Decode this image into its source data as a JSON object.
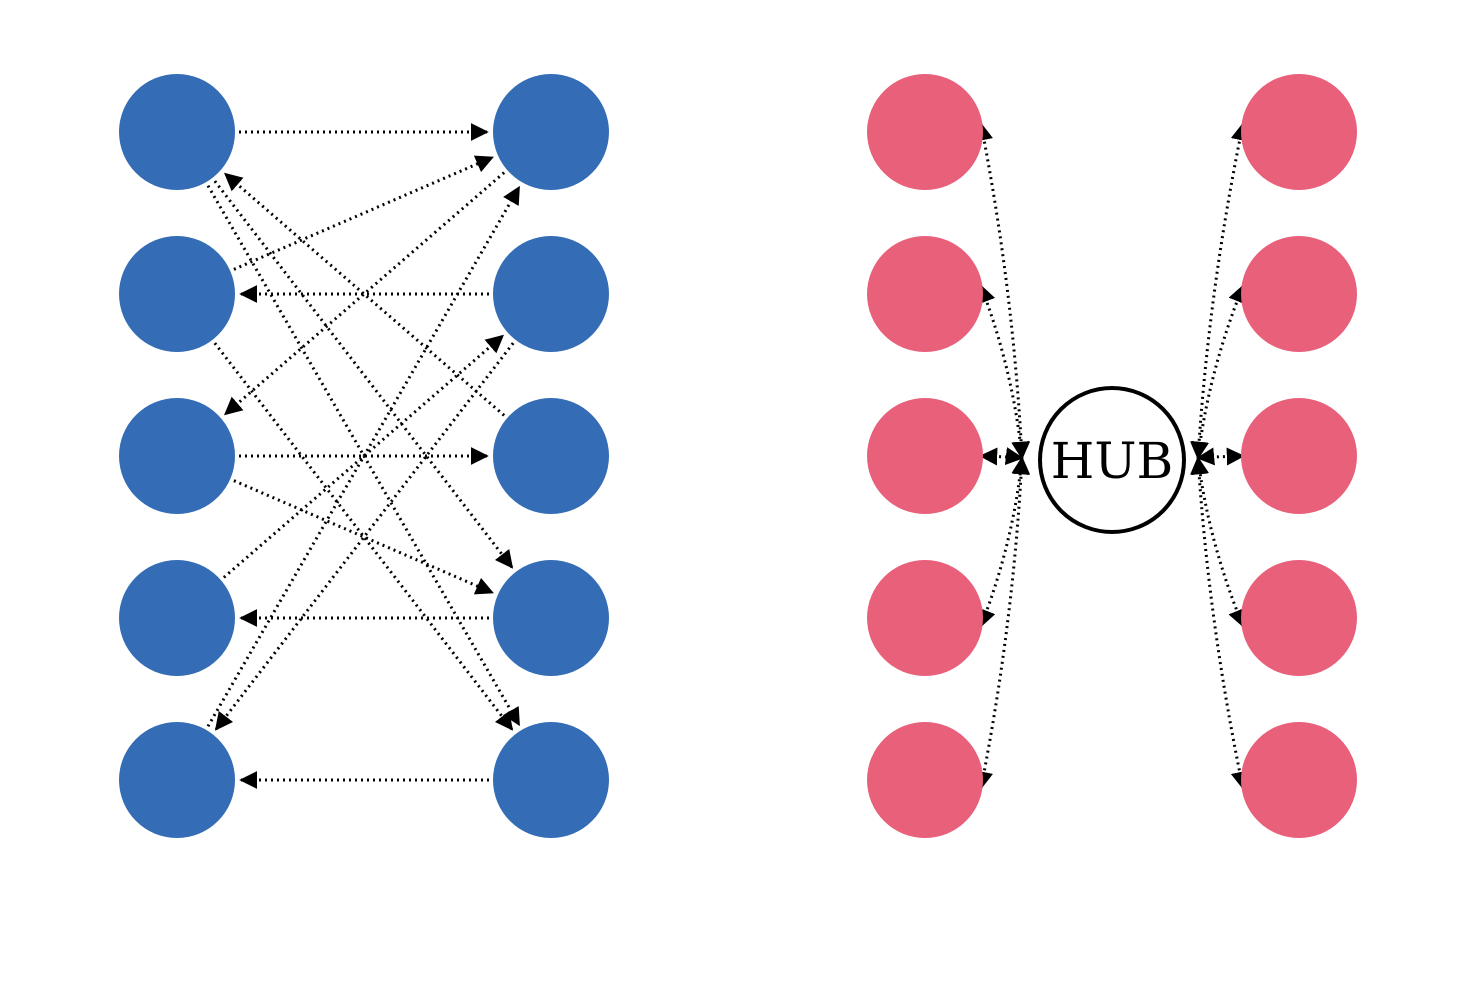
{
  "colors": {
    "mesh_node": "#346cb5",
    "hub_spoke_node": "#e8607a",
    "edge": "#000000",
    "hub_stroke": "#000000",
    "background": "#ffffff"
  },
  "mesh_network": {
    "left_nodes": 5,
    "right_nodes": 5,
    "edges": [
      {
        "from": "L1",
        "to": "R1",
        "arrows": "end"
      },
      {
        "from": "L1",
        "to": "R4",
        "arrows": "end"
      },
      {
        "from": "L1",
        "to": "R5",
        "arrows": "end"
      },
      {
        "from": "R3",
        "to": "L1",
        "arrows": "end"
      },
      {
        "from": "R2",
        "to": "L2",
        "arrows": "end"
      },
      {
        "from": "L2",
        "to": "R5",
        "arrows": "end"
      },
      {
        "from": "L2",
        "to": "R1",
        "arrows": "end"
      },
      {
        "from": "L3",
        "to": "R3",
        "arrows": "end"
      },
      {
        "from": "R1",
        "to": "L3",
        "arrows": "end"
      },
      {
        "from": "L3",
        "to": "R4",
        "arrows": "end"
      },
      {
        "from": "R4",
        "to": "L4",
        "arrows": "end"
      },
      {
        "from": "L4",
        "to": "R2",
        "arrows": "end"
      },
      {
        "from": "R5",
        "to": "L5",
        "arrows": "end"
      },
      {
        "from": "L5",
        "to": "R1",
        "arrows": "end"
      },
      {
        "from": "R2",
        "to": "L5",
        "arrows": "end"
      }
    ]
  },
  "hub_network": {
    "hub_label": "HUB",
    "left_nodes": 5,
    "right_nodes": 5,
    "links": "bidirectional"
  }
}
